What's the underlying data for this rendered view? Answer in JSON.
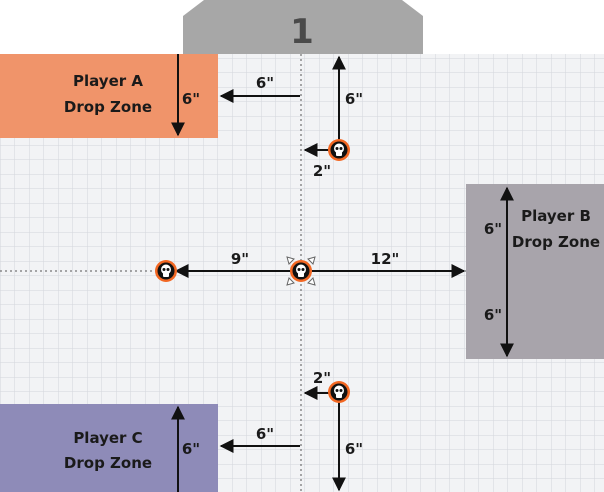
{
  "mission": {
    "number": "1"
  },
  "colors": {
    "tab": "#a7a7a7",
    "board": "#f2f3f5",
    "grid": "#d3d6dc",
    "zone_a": "#f0946a",
    "zone_b": "#a8a4ab",
    "zone_c": "#8e8bb8",
    "objective": "#f26722",
    "arrow": "#111111"
  },
  "zones": {
    "a": {
      "line1": "Player A",
      "line2": "Drop Zone"
    },
    "b": {
      "line1": "Player B",
      "line2": "Drop Zone"
    },
    "c": {
      "line1": "Player C",
      "line2": "Drop Zone"
    }
  },
  "measurements": {
    "zone_a_depth": "6\"",
    "zone_a_width": "6\"",
    "top_vertical": "6\"",
    "top_objective_offset": "2\"",
    "left_objective": "9\"",
    "right_to_zone_b": "12\"",
    "zone_b_upper": "6\"",
    "zone_b_lower": "6\"",
    "bottom_objective_offset": "2\"",
    "zone_c_depth": "6\"",
    "zone_c_width": "6\"",
    "bottom_vertical": "6\""
  }
}
